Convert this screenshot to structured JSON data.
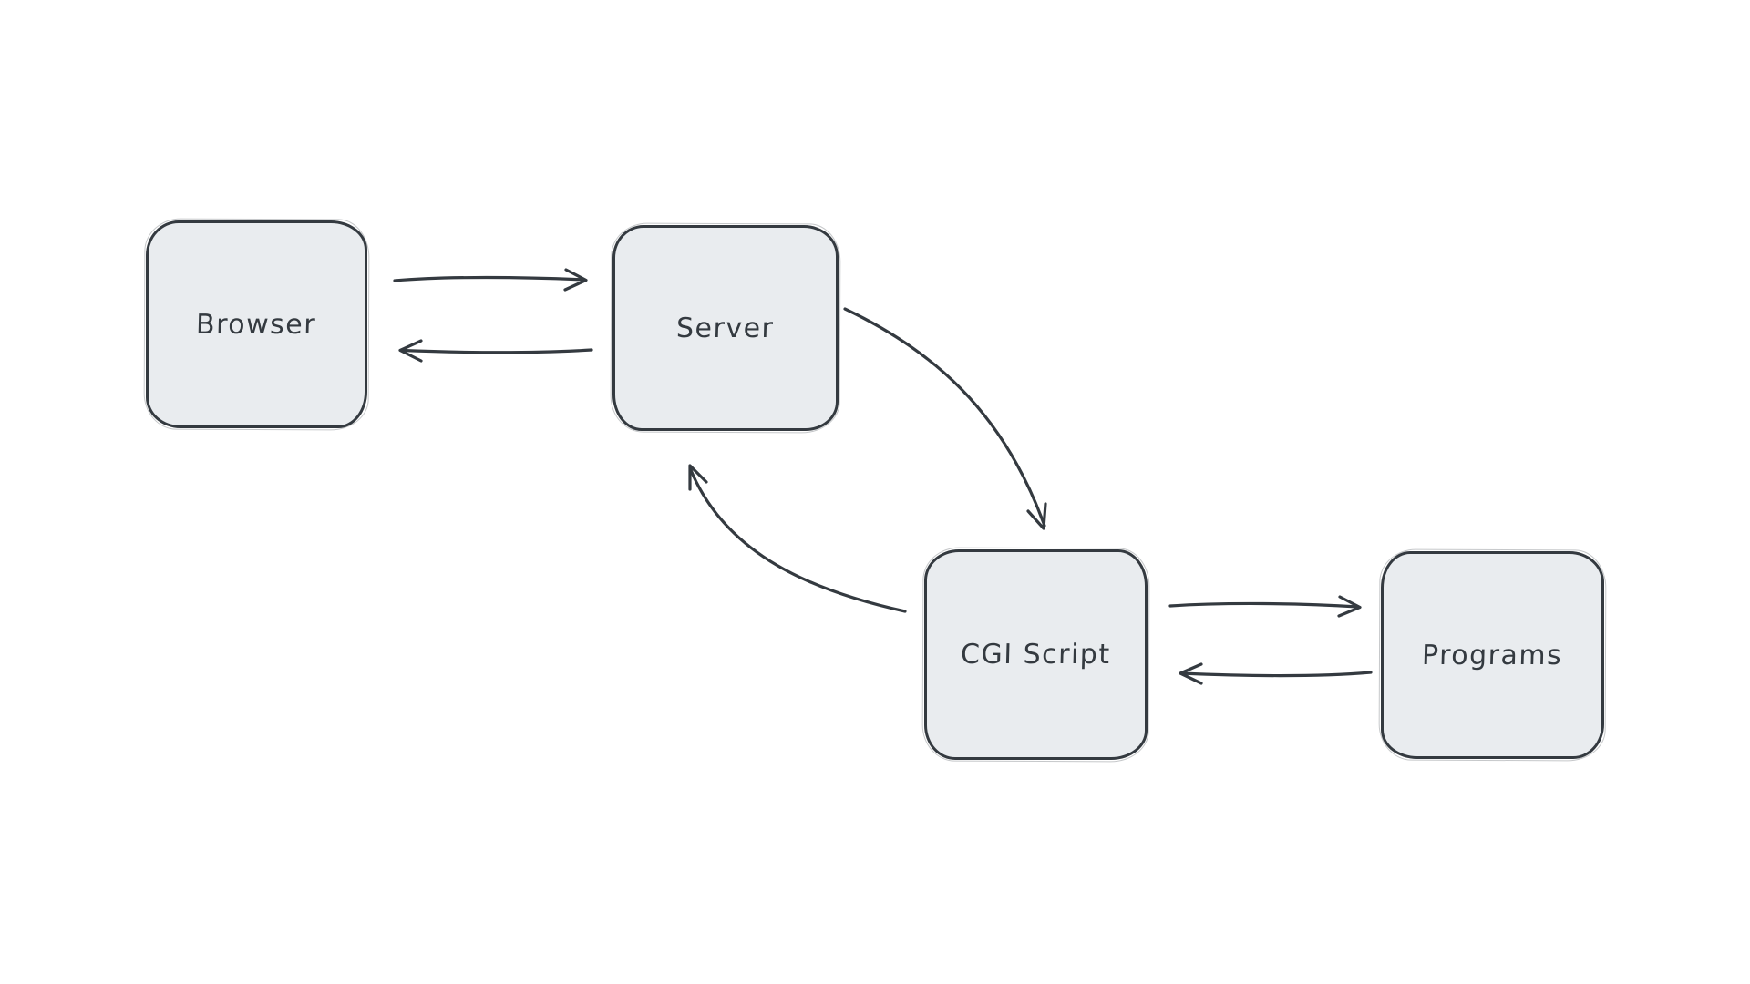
{
  "diagram": {
    "nodes": [
      {
        "id": "browser",
        "label": "Browser"
      },
      {
        "id": "server",
        "label": "Server"
      },
      {
        "id": "cgi-script",
        "label": "CGI Script"
      },
      {
        "id": "programs",
        "label": "Programs"
      }
    ],
    "edges": [
      {
        "from": "Browser",
        "to": "Server",
        "shape": "straight",
        "direction": "right"
      },
      {
        "from": "Server",
        "to": "Browser",
        "shape": "straight",
        "direction": "left"
      },
      {
        "from": "Server",
        "to": "CGI Script",
        "shape": "curved",
        "direction": "down-right"
      },
      {
        "from": "CGI Script",
        "to": "Server",
        "shape": "curved",
        "direction": "up-left"
      },
      {
        "from": "CGI Script",
        "to": "Programs",
        "shape": "straight",
        "direction": "right"
      },
      {
        "from": "Programs",
        "to": "CGI Script",
        "shape": "straight",
        "direction": "left"
      }
    ],
    "colors": {
      "background": "#ffffff",
      "node_fill": "#e9ecef",
      "stroke": "#343a40",
      "text": "#343a40"
    }
  }
}
